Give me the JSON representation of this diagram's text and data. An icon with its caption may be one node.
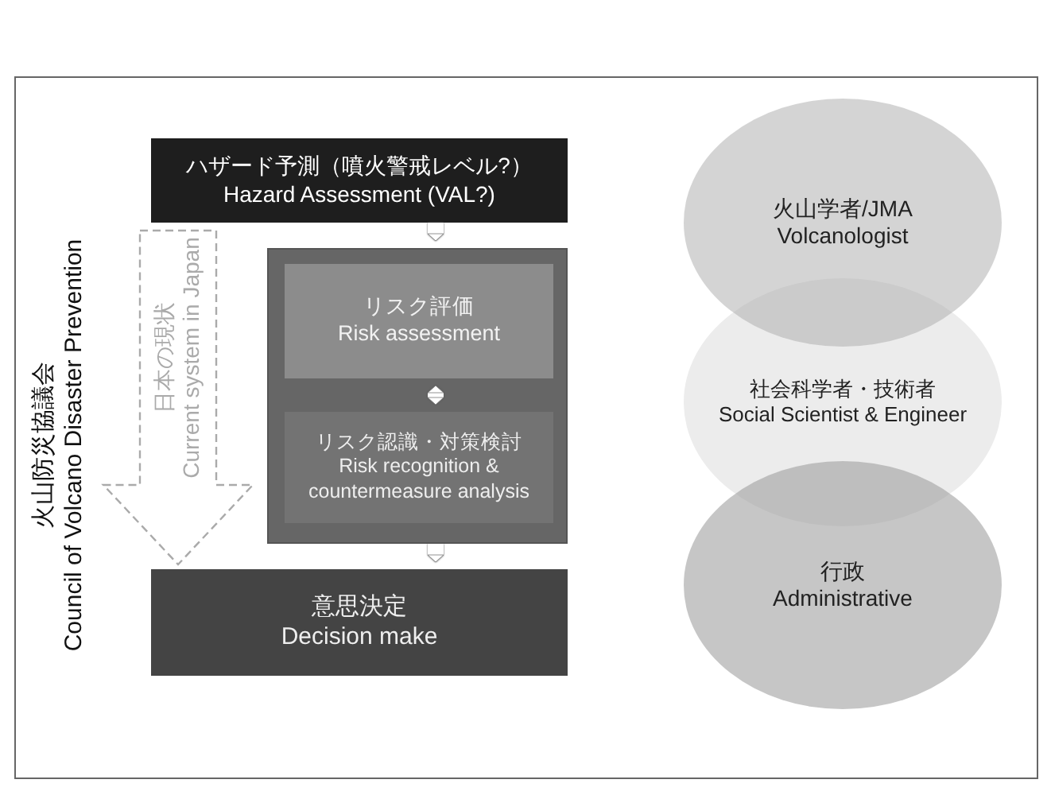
{
  "diagram": {
    "nodes": [
      {
        "text": [
          "ハザード予測（噴火警戒レベル?）",
          "Hazard Assessment (VAL?)"
        ]
      },
      {
        "text": [],
        "shape": "box"
      },
      {
        "text": [
          "リスク評価",
          "Risk assessment"
        ],
        "in": 1
      },
      {
        "text": [
          "リスク認識・対策検討",
          "Risk recognition & countermeasure analysis"
        ],
        "in": 1
      },
      {
        "text": [
          "意思決定",
          "Decision make"
        ]
      },
      {
        "text": [
          "日本の現状",
          "Current system in Japan"
        ]
      },
      {
        "text": [
          "火山学者/JMA",
          "Volcanologist"
        ]
      },
      {
        "text": [
          "社会科学者・技術者",
          "Social Scientist & Engineer"
        ]
      },
      {
        "text": [
          "行政",
          "Administrative"
        ]
      }
    ],
    "edges": [
      {
        "from": 0,
        "to": 1,
        "arrow": "to"
      },
      {
        "from": 2,
        "to": 3,
        "arrow": "both"
      },
      {
        "from": 1,
        "to": 4,
        "arrow": "to"
      },
      {
        "from": 0,
        "to": 4,
        "arrow": "to",
        "style": "dashed",
        "color": "#aaaaaa"
      }
    ],
    "labels": [
      "火山防災協議会",
      "Council of Volcano Disaster Prevention"
    ]
  }
}
